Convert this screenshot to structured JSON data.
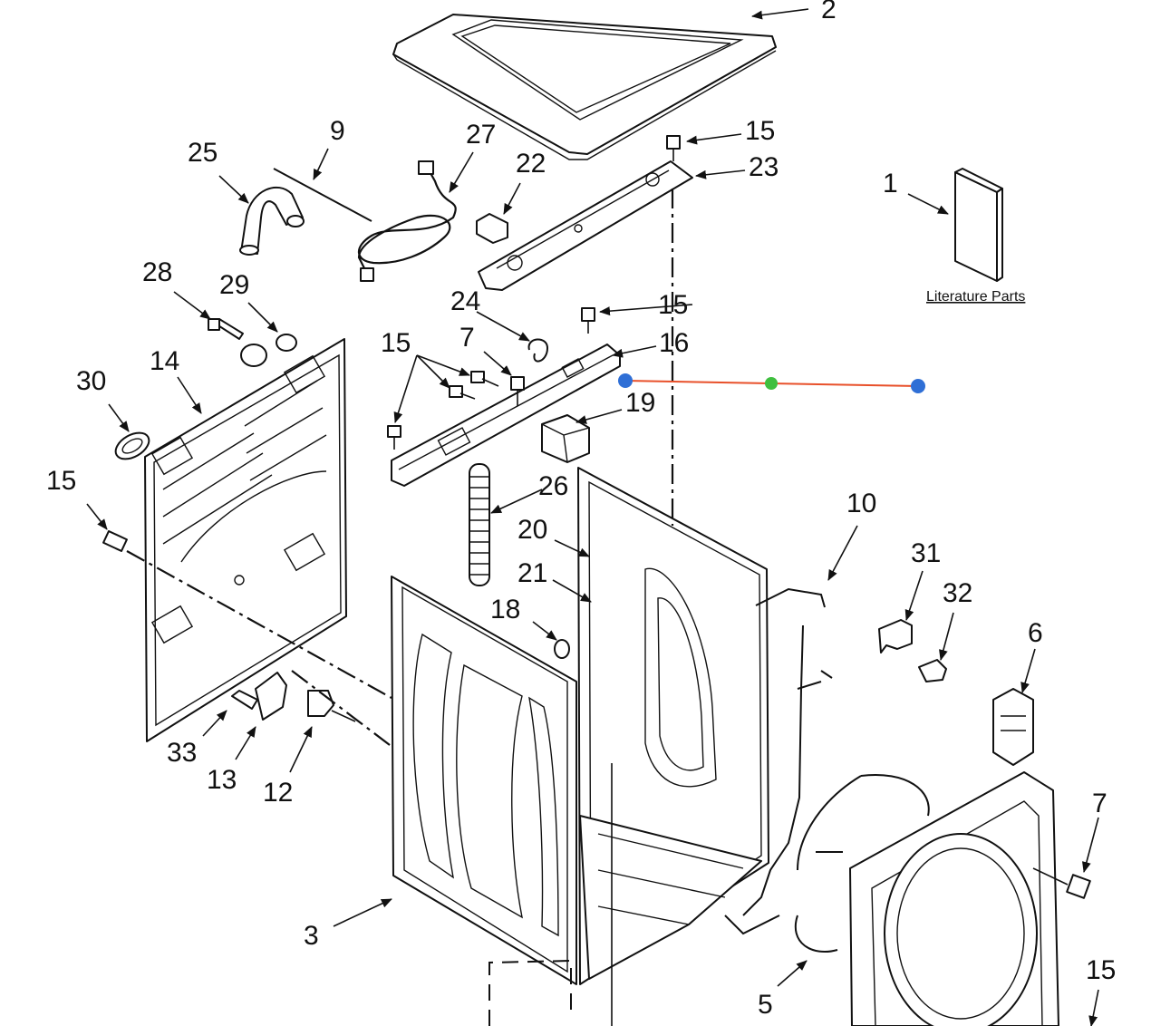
{
  "callouts": {
    "c1": "1",
    "c2": "2",
    "c3": "3",
    "c5": "5",
    "c6": "6",
    "c7a": "7",
    "c7b": "7",
    "c9": "9",
    "c10": "10",
    "c12": "12",
    "c13": "13",
    "c14": "14",
    "c15a": "15",
    "c15b": "15",
    "c15c": "15",
    "c15d": "15",
    "c15e": "15",
    "c16": "16",
    "c18": "18",
    "c19": "19",
    "c20": "20",
    "c21": "21",
    "c22": "22",
    "c23": "23",
    "c24": "24",
    "c25": "25",
    "c26": "26",
    "c27": "27",
    "c28": "28",
    "c29": "29",
    "c30": "30",
    "c31": "31",
    "c32": "32",
    "c33": "33"
  },
  "literature_label": "Literature Parts",
  "measure_tool": {
    "line_color": "#e8502a",
    "endpoint_color": "#2f6fd6",
    "midpoint_color": "#3fbf3f"
  }
}
